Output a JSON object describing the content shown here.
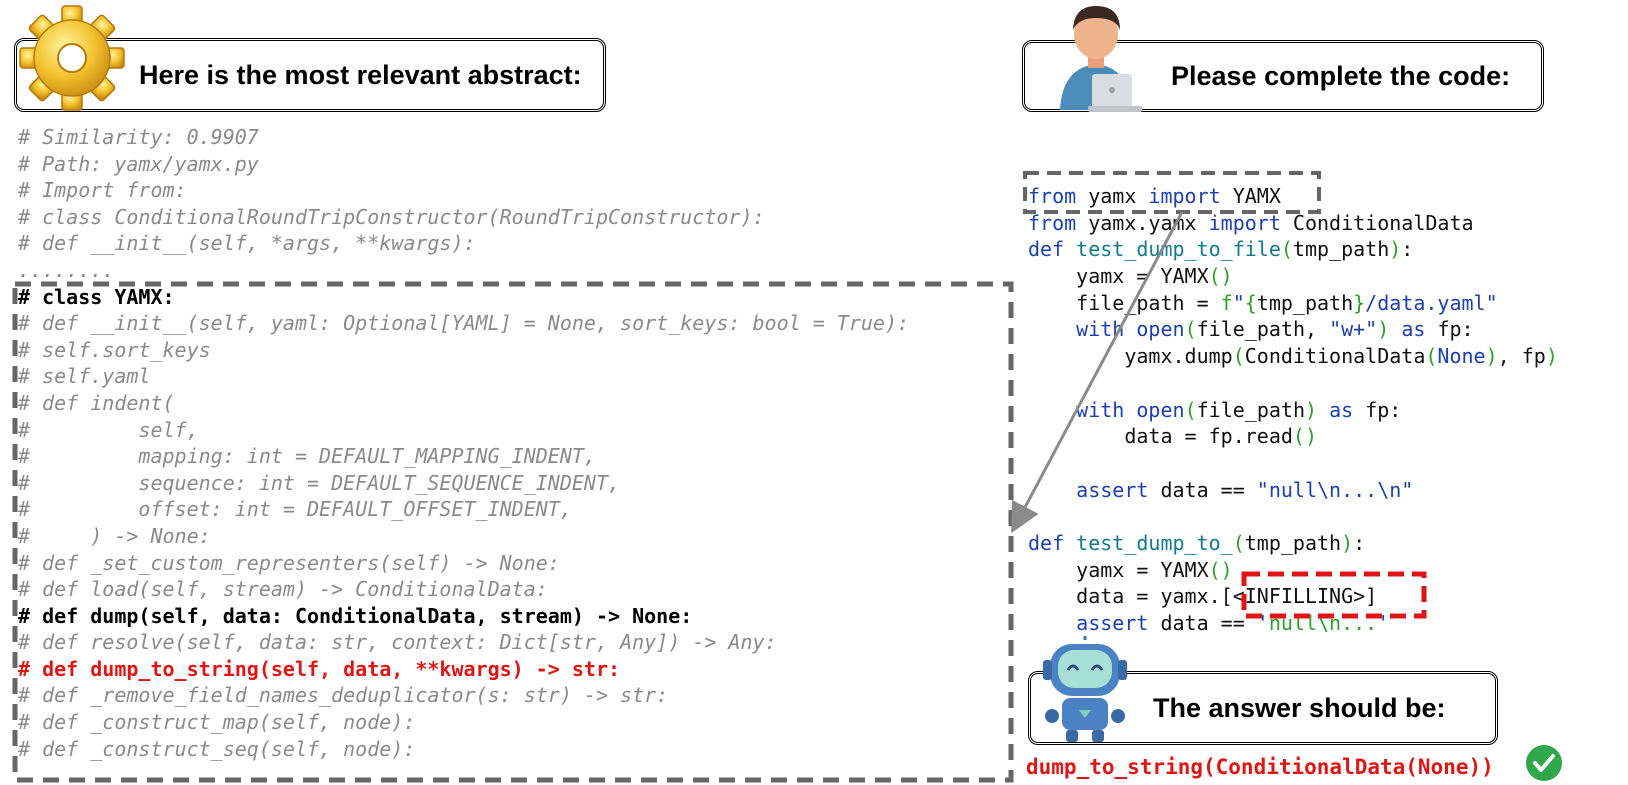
{
  "left_panel": {
    "title": "Here is the most relevant abstract:",
    "lines": [
      "# Similarity: 0.9907",
      "# Path: yamx/yamx.py",
      "# Import from:",
      "# class ConditionalRoundTripConstructor(RoundTripConstructor):",
      "# def __init__(self, *args, **kwargs):",
      "........",
      "# class YAMX:",
      "# def __init__(self, yaml: Optional[YAML] = None, sort_keys: bool = True):",
      "# self.sort_keys",
      "# self.yaml",
      "# def indent(",
      "#         self,",
      "#         mapping: int = DEFAULT_MAPPING_INDENT,",
      "#         sequence: int = DEFAULT_SEQUENCE_INDENT,",
      "#         offset: int = DEFAULT_OFFSET_INDENT,",
      "#     ) -> None:",
      "# def _set_custom_representers(self) -> None:",
      "# def load(self, stream) -> ConditionalData:",
      "# def dump(self, data: ConditionalData, stream) -> None:",
      "# def resolve(self, data: str, context: Dict[str, Any]) -> Any:",
      "# def dump_to_string(self, data, **kwargs) -> str:",
      "# def _remove_field_names_deduplicator(s: str) -> str:",
      "# def _construct_map(self, node):",
      "# def _construct_seq(self, node):"
    ],
    "highlight_black": [
      6,
      18
    ],
    "highlight_red": [
      20
    ]
  },
  "right_panel": {
    "title": "Please complete the code:",
    "code_lines": [
      [
        [
          "kw",
          "from"
        ],
        [
          "t",
          " yamx "
        ],
        [
          "kw",
          "import"
        ],
        [
          "t",
          " YAMX"
        ]
      ],
      [
        [
          "kw",
          "from"
        ],
        [
          "t",
          " yamx.yamx "
        ],
        [
          "kw",
          "import"
        ],
        [
          "t",
          " ConditionalData"
        ]
      ],
      [
        [
          "kw",
          "def"
        ],
        [
          "t",
          " "
        ],
        [
          "fn",
          "test_dump_to_file"
        ],
        [
          "pr",
          "("
        ],
        [
          "t",
          "tmp_path"
        ],
        [
          "pr",
          ")"
        ],
        [
          "t",
          ":"
        ]
      ],
      [
        [
          "t",
          "    yamx = YAMX"
        ],
        [
          "pr",
          "()"
        ]
      ],
      [
        [
          "t",
          "    file_path = "
        ],
        [
          "pr",
          "f"
        ],
        [
          "st",
          "\""
        ],
        [
          "pr",
          "{"
        ],
        [
          "t",
          "tmp_path"
        ],
        [
          "pr",
          "}"
        ],
        [
          "st",
          "/data.yaml\""
        ]
      ],
      [
        [
          "t",
          "    "
        ],
        [
          "kw",
          "with"
        ],
        [
          "t",
          " "
        ],
        [
          "kw",
          "open"
        ],
        [
          "pr",
          "("
        ],
        [
          "t",
          "file_path, "
        ],
        [
          "st",
          "\"w+\""
        ],
        [
          "pr",
          ")"
        ],
        [
          "t",
          " "
        ],
        [
          "kw",
          "as"
        ],
        [
          "t",
          " fp:"
        ]
      ],
      [
        [
          "t",
          "        yamx.dump"
        ],
        [
          "pr",
          "("
        ],
        [
          "t",
          "ConditionalData"
        ],
        [
          "pr",
          "("
        ],
        [
          "kw",
          "None"
        ],
        [
          "pr",
          ")"
        ],
        [
          "t",
          ", fp"
        ],
        [
          "pr",
          ")"
        ]
      ],
      [
        [
          "t",
          ""
        ]
      ],
      [
        [
          "t",
          "    "
        ],
        [
          "kw",
          "with"
        ],
        [
          "t",
          " "
        ],
        [
          "kw",
          "open"
        ],
        [
          "pr",
          "("
        ],
        [
          "t",
          "file_path"
        ],
        [
          "pr",
          ")"
        ],
        [
          "t",
          " "
        ],
        [
          "kw",
          "as"
        ],
        [
          "t",
          " fp:"
        ]
      ],
      [
        [
          "t",
          "        data = fp.read"
        ],
        [
          "pr",
          "()"
        ]
      ],
      [
        [
          "t",
          ""
        ]
      ],
      [
        [
          "t",
          "    "
        ],
        [
          "kw",
          "assert"
        ],
        [
          "t",
          " data == "
        ],
        [
          "st",
          "\"null\\n...\\n\""
        ]
      ],
      [
        [
          "t",
          ""
        ]
      ],
      [
        [
          "kw",
          "def"
        ],
        [
          "t",
          " "
        ],
        [
          "fn",
          "test_dump_to_"
        ],
        [
          "pr",
          "("
        ],
        [
          "t",
          "tmp_path"
        ],
        [
          "pr",
          ")"
        ],
        [
          "t",
          ":"
        ]
      ],
      [
        [
          "t",
          "    yamx = YAMX"
        ],
        [
          "pr",
          "()"
        ]
      ],
      [
        [
          "t",
          "    data = yamx.[<INFILLING>]"
        ]
      ],
      [
        [
          "t",
          "    "
        ],
        [
          "kw",
          "assert"
        ],
        [
          "t",
          " data == "
        ],
        [
          "st",
          "'"
        ],
        [
          "pr",
          "null\\n..."
        ],
        [
          "st",
          "'"
        ]
      ]
    ]
  },
  "answer": {
    "title": "The answer should be:",
    "text": "dump_to_string(ConditionalData(None))"
  },
  "colors": {
    "keyword": "#1d3fb0",
    "function": "#127a8a",
    "paren": "#2f9d2f",
    "highlight_red": "#e01515",
    "comment_gray": "#8a8a8a",
    "check_green": "#2ea84a"
  },
  "icons": [
    "gear-icon",
    "person-laptop-icon",
    "robot-icon",
    "checkmark-icon"
  ]
}
